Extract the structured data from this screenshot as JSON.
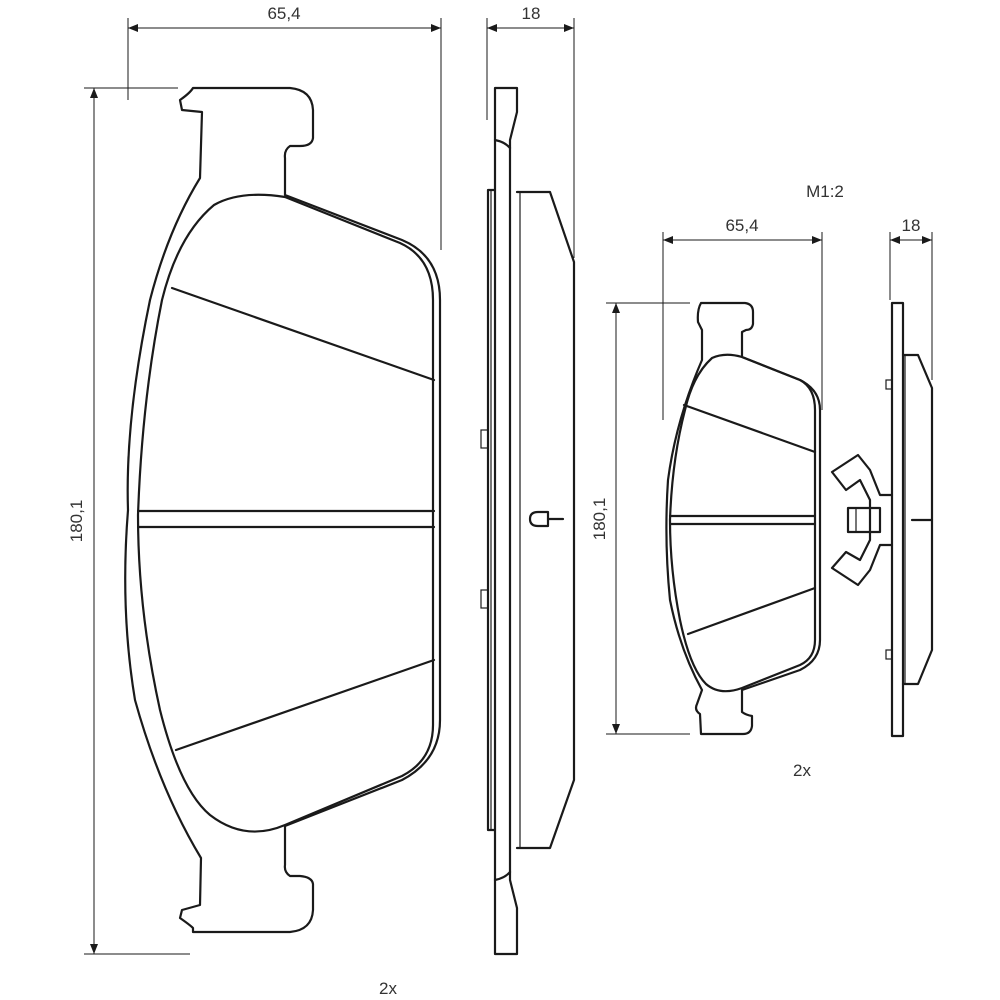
{
  "large_view": {
    "width_label": "65,4",
    "thickness_label": "18",
    "height_label": "180,1",
    "quantity_label": "2x"
  },
  "small_view": {
    "scale_label": "M1:2",
    "width_label": "65,4",
    "thickness_label": "18",
    "height_label": "180,1",
    "quantity_label": "2x"
  }
}
